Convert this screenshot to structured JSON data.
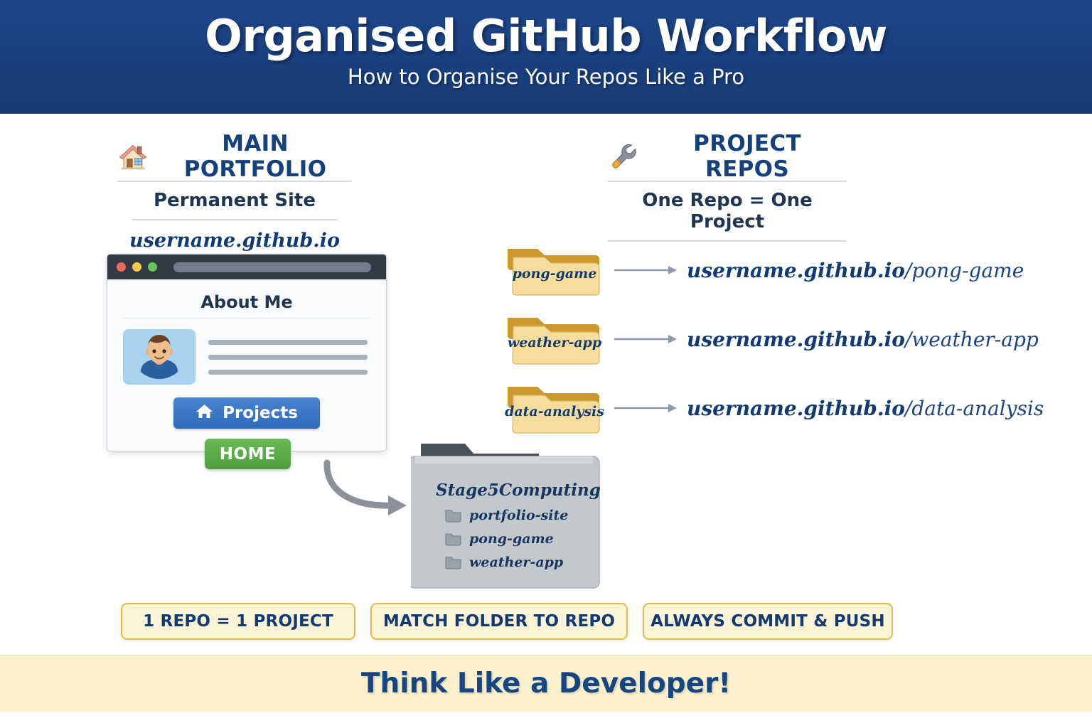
{
  "header": {
    "title": "Organised GitHub Workflow",
    "subtitle": "How to Organise Your Repos Like a Pro",
    "bg_color": "#1a4180"
  },
  "columns": {
    "left": {
      "icon": "house-icon",
      "title": "MAIN PORTFOLIO",
      "subtitle": "Permanent Site",
      "url": "username.github.io"
    },
    "right": {
      "icon": "wrench-icon",
      "title": "PROJECT REPOS",
      "subtitle": "One Repo = One Project"
    }
  },
  "browser": {
    "page_title": "About Me",
    "button_label": "Projects",
    "button_icon": "home-icon",
    "button_color": "#3573c4",
    "traffic_lights": [
      "#eb6a5d",
      "#f3c84b",
      "#63c757"
    ],
    "home_badge": "HOME",
    "home_badge_color": "#5aab48"
  },
  "repos": [
    {
      "folder": "pong-game",
      "url_base": "username.github.io",
      "url_path": "/pong-game"
    },
    {
      "folder": "weather-app",
      "url_base": "username.github.io",
      "url_path": "/weather-app"
    },
    {
      "folder": "data-analysis",
      "url_base": "username.github.io",
      "url_path": "/data-analysis"
    }
  ],
  "local_folder": {
    "root": "Stage5Computing",
    "children": [
      "portfolio-site",
      "pong-game",
      "weather-app"
    ]
  },
  "badges": [
    "1 REPO = 1 PROJECT",
    "MATCH FOLDER TO REPO",
    "ALWAYS COMMIT & PUSH"
  ],
  "footer": {
    "text": "Think Like a Developer!",
    "bg_color": "#fbf2cd"
  }
}
